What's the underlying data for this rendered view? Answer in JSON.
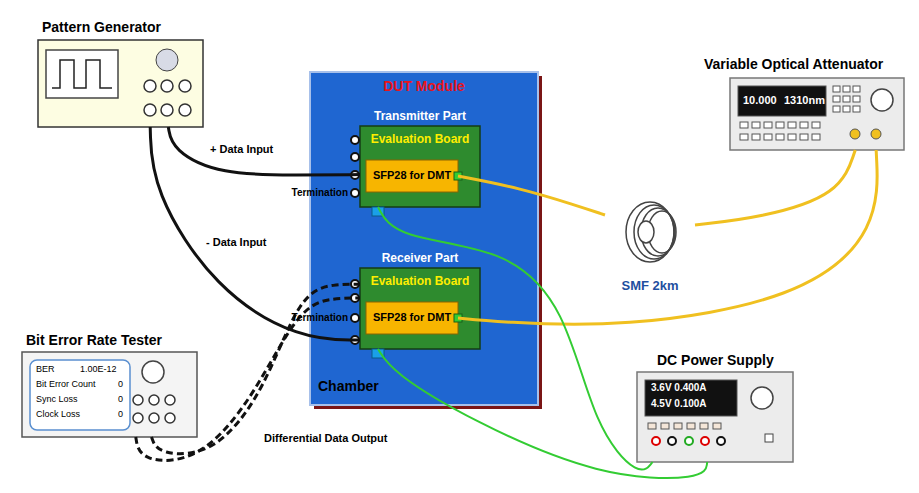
{
  "diagram": {
    "nodes": [
      {
        "text": [
          "Pattern Generator"
        ]
      },
      {
        "text": [
          "DUT Module",
          "Chamber"
        ]
      },
      {
        "text": [
          "Transmitter Part",
          "Evaluation Board"
        ],
        "in": 1
      },
      {
        "text": [
          "SFP28 for DMT"
        ],
        "in": 2
      },
      {
        "text": [
          "Receiver Part",
          "Evaluation Board"
        ],
        "in": 1
      },
      {
        "text": [
          "SFP28 for DMT"
        ],
        "in": 4
      },
      {
        "text": [
          "Variable Optical Attenuator"
        ]
      },
      {
        "text": [
          "Bit Error Rate Tester"
        ]
      },
      {
        "text": [
          "DC Power Supply"
        ]
      },
      {
        "text": [
          "SMF 2km"
        ]
      }
    ],
    "edges": [
      {
        "from": 0,
        "to": 2,
        "label": "+ Data Input",
        "arrow": "none"
      },
      {
        "from": 0,
        "to": 4,
        "label": "- Data Input",
        "arrow": "none"
      },
      {
        "from": 7,
        "to": 4,
        "label": "Differential Data Output",
        "arrow": "none"
      },
      {
        "from": 7,
        "to": 4,
        "arrow": "none"
      },
      {
        "from": 3,
        "to": 9,
        "arrow": "none"
      },
      {
        "from": 9,
        "to": 6,
        "arrow": "none"
      },
      {
        "from": 6,
        "to": 5,
        "arrow": "none"
      },
      {
        "from": 8,
        "to": 2,
        "arrow": "none"
      },
      {
        "from": 8,
        "to": 4,
        "arrow": "none"
      }
    ],
    "labels": [
      "Termination",
      "Termination",
      "10.000",
      "1310nm",
      "BER",
      "1.00E-12",
      "Bit Error Count",
      "0",
      "Sync Loss",
      "0",
      "Clock Loss",
      "0",
      "3.6V 0.400A",
      "4.5V 0.100A"
    ]
  }
}
